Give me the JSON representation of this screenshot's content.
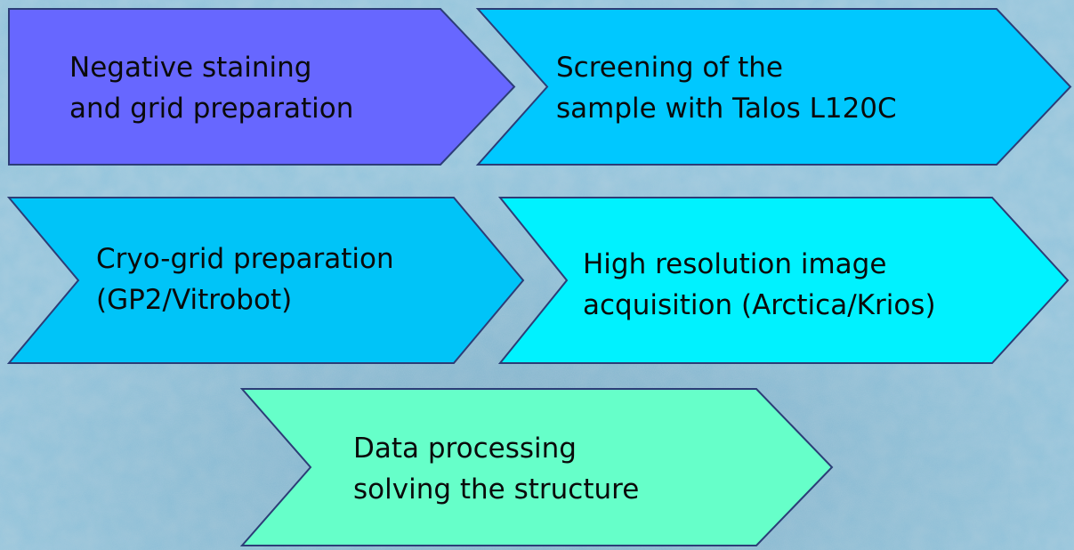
{
  "steps": [
    {
      "id": "negative-staining",
      "lines": [
        "Negative staining",
        "and grid preparation"
      ],
      "fill": "#6767ff"
    },
    {
      "id": "screening",
      "lines": [
        "Screening of the",
        "sample with Talos L120C"
      ],
      "fill": "#00c8ff"
    },
    {
      "id": "cryo-grid",
      "lines": [
        "Cryo-grid preparation",
        "(GP2/Vitrobot)"
      ],
      "fill": "#00c4f8"
    },
    {
      "id": "high-resolution",
      "lines": [
        "High resolution image",
        "acquisition (Arctica/Krios)"
      ],
      "fill": "#00f2ff"
    },
    {
      "id": "data-processing",
      "lines": [
        "Data processing",
        "solving the structure"
      ],
      "fill": "#66ffc9"
    }
  ],
  "colors": {
    "background": "#8ec3dc",
    "outline": "#2c3d77"
  }
}
